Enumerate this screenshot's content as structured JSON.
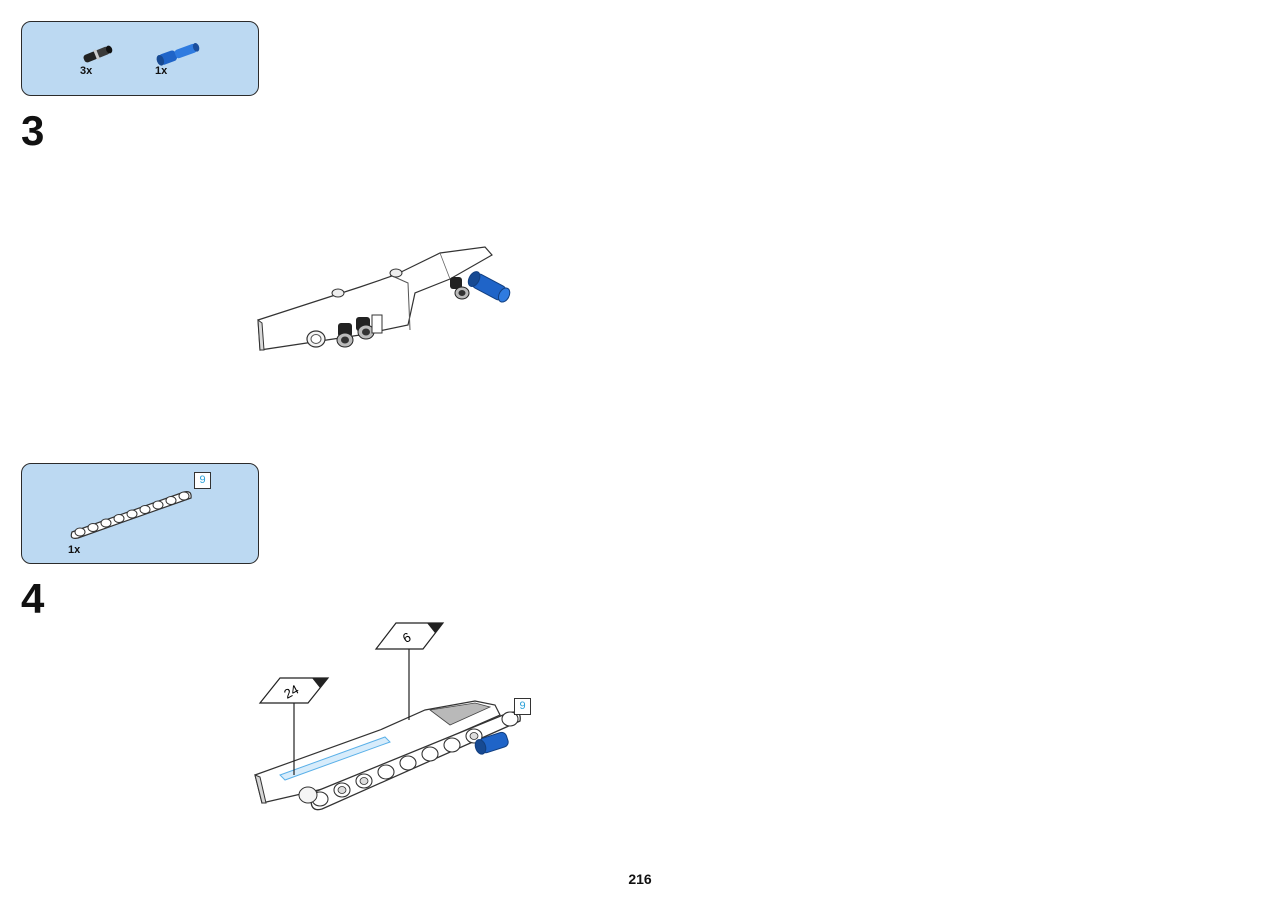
{
  "step3": {
    "number": "3",
    "parts": [
      {
        "name": "black-friction-pin",
        "quantity": "3x"
      },
      {
        "name": "blue-axle-pin",
        "quantity": "1x"
      }
    ]
  },
  "step4": {
    "number": "4",
    "parts": [
      {
        "name": "white-beam-9",
        "quantity": "1x",
        "length": "9"
      }
    ],
    "callouts": {
      "sticker_24": "24",
      "sticker_6": "6",
      "beam_length": "9"
    }
  },
  "colors": {
    "parts_box": "#bcd9f2",
    "blue_part": "#1f64c8",
    "length_badge_text": "#2aa0d8"
  },
  "page_number": "216"
}
